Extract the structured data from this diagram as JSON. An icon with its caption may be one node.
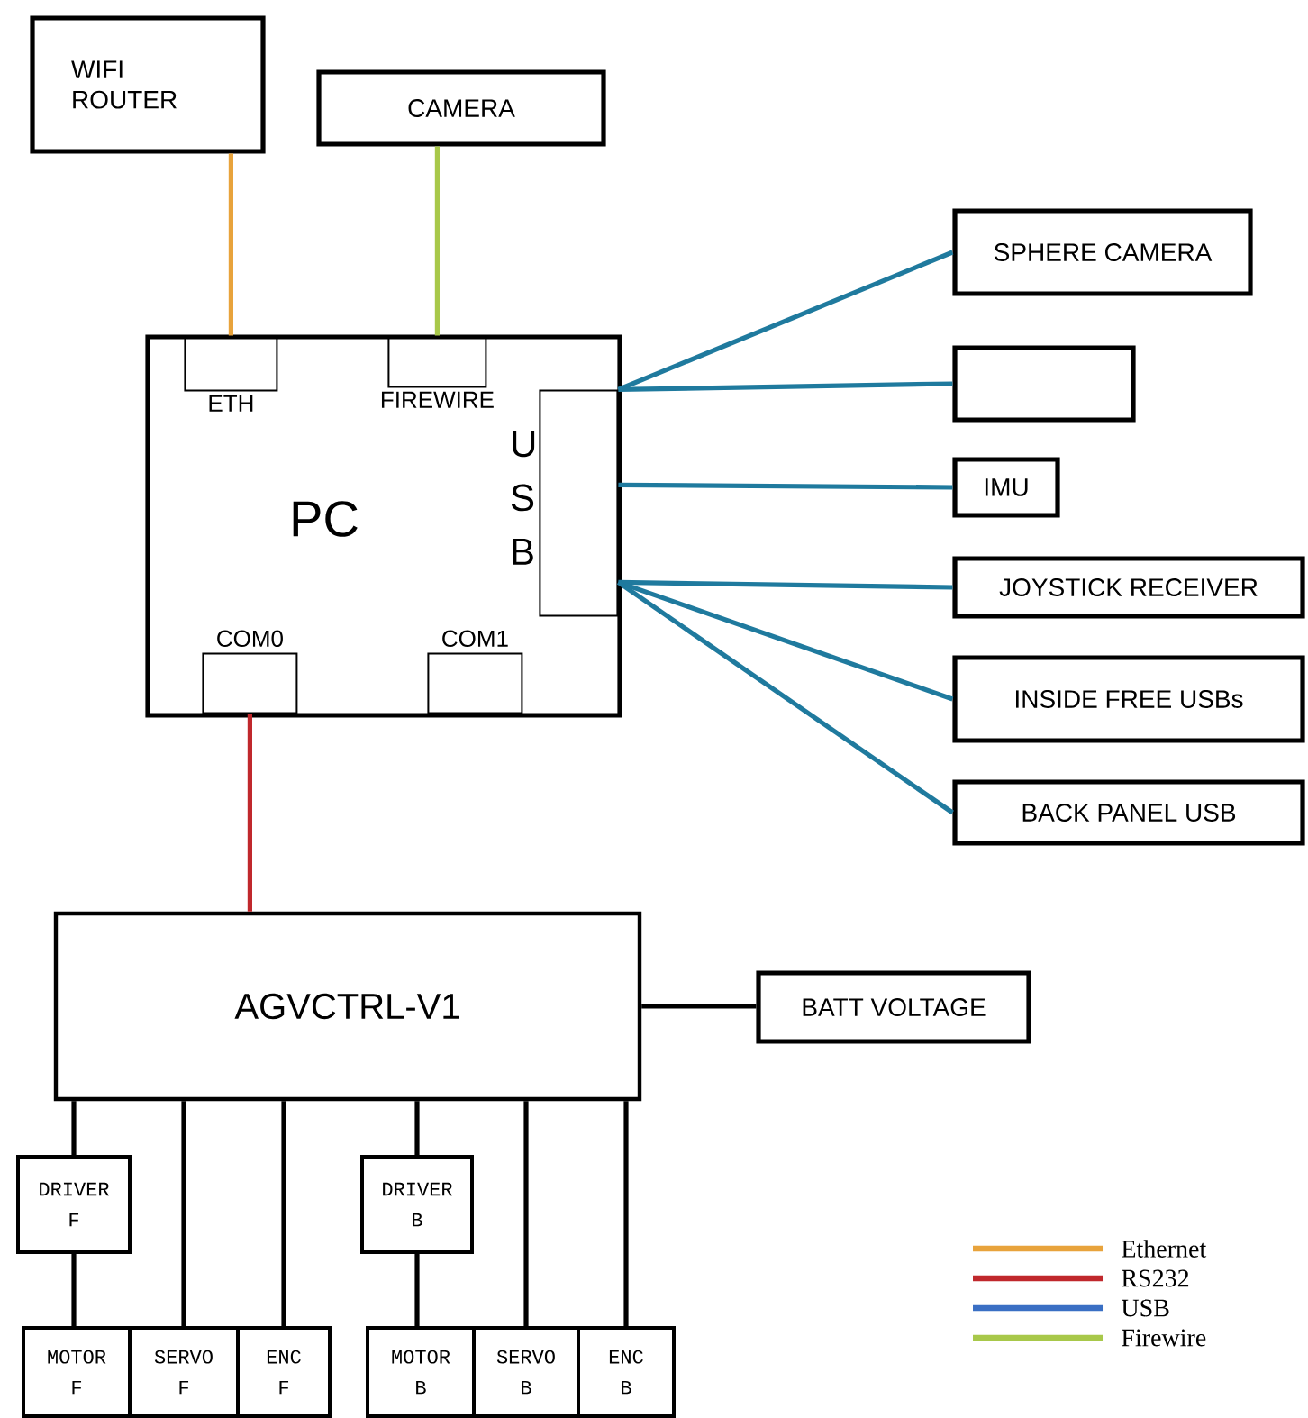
{
  "diagram": {
    "nodes": [
      {
        "text": [
          "WIFI ROUTER"
        ]
      },
      {
        "text": [
          "CAMERA"
        ]
      },
      {
        "text": [
          "PC"
        ]
      },
      {
        "text": [
          "ETH"
        ],
        "in": 2
      },
      {
        "text": [
          "FIREWIRE"
        ],
        "in": 2
      },
      {
        "text": [
          "U S B"
        ],
        "in": 2
      },
      {
        "text": [
          "COM0"
        ],
        "in": 2
      },
      {
        "text": [
          "COM1"
        ],
        "in": 2
      },
      {
        "text": [
          "SPHERE CAMERA"
        ]
      },
      {
        "text": [],
        "shape": "box"
      },
      {
        "text": [
          "IMU"
        ]
      },
      {
        "text": [
          "JOYSTICK RECEIVER"
        ]
      },
      {
        "text": [
          "INSIDE FREE USBs"
        ]
      },
      {
        "text": [
          "BACK PANEL USB"
        ]
      },
      {
        "text": [
          "AGVCTRL-V1"
        ]
      },
      {
        "text": [
          "BATT VOLTAGE"
        ]
      },
      {
        "text": [
          "DRIVER F"
        ]
      },
      {
        "text": [
          "DRIVER B"
        ]
      },
      {
        "text": [
          "MOTOR F"
        ]
      },
      {
        "text": [
          "SERVO F"
        ]
      },
      {
        "text": [
          "ENC F"
        ]
      },
      {
        "text": [
          "MOTOR B"
        ]
      },
      {
        "text": [
          "SERVO B"
        ]
      },
      {
        "text": [
          "ENC B"
        ]
      }
    ],
    "edges": [
      {
        "from": 0,
        "to": 3,
        "arrow": "none",
        "color": "#e8a33c"
      },
      {
        "from": 1,
        "to": 4,
        "arrow": "none",
        "color": "#a8c84a"
      },
      {
        "from": 5,
        "to": 8,
        "arrow": "none",
        "color": "#1f7a9e"
      },
      {
        "from": 5,
        "to": 9,
        "arrow": "none",
        "color": "#1f7a9e"
      },
      {
        "from": 5,
        "to": 10,
        "arrow": "none",
        "color": "#1f7a9e"
      },
      {
        "from": 5,
        "to": 11,
        "arrow": "none",
        "color": "#1f7a9e"
      },
      {
        "from": 5,
        "to": 12,
        "arrow": "none",
        "color": "#1f7a9e"
      },
      {
        "from": 5,
        "to": 13,
        "arrow": "none",
        "color": "#1f7a9e"
      },
      {
        "from": 6,
        "to": 14,
        "arrow": "none",
        "color": "#c0282c"
      },
      {
        "from": 14,
        "to": 15,
        "arrow": "none"
      },
      {
        "from": 14,
        "to": 16,
        "arrow": "none"
      },
      {
        "from": 14,
        "to": 19,
        "arrow": "none"
      },
      {
        "from": 14,
        "to": 20,
        "arrow": "none"
      },
      {
        "from": 14,
        "to": 17,
        "arrow": "none"
      },
      {
        "from": 14,
        "to": 22,
        "arrow": "none"
      },
      {
        "from": 14,
        "to": 23,
        "arrow": "none"
      },
      {
        "from": 16,
        "to": 18,
        "arrow": "none"
      },
      {
        "from": 17,
        "to": 21,
        "arrow": "none"
      }
    ],
    "legend": [
      {
        "text": "Ethernet",
        "color": "#e8a33c"
      },
      {
        "text": "RS232",
        "color": "#c0282c"
      },
      {
        "text": "USB",
        "color": "#3a6fc4"
      },
      {
        "text": "Firewire",
        "color": "#a8c84a"
      }
    ]
  }
}
